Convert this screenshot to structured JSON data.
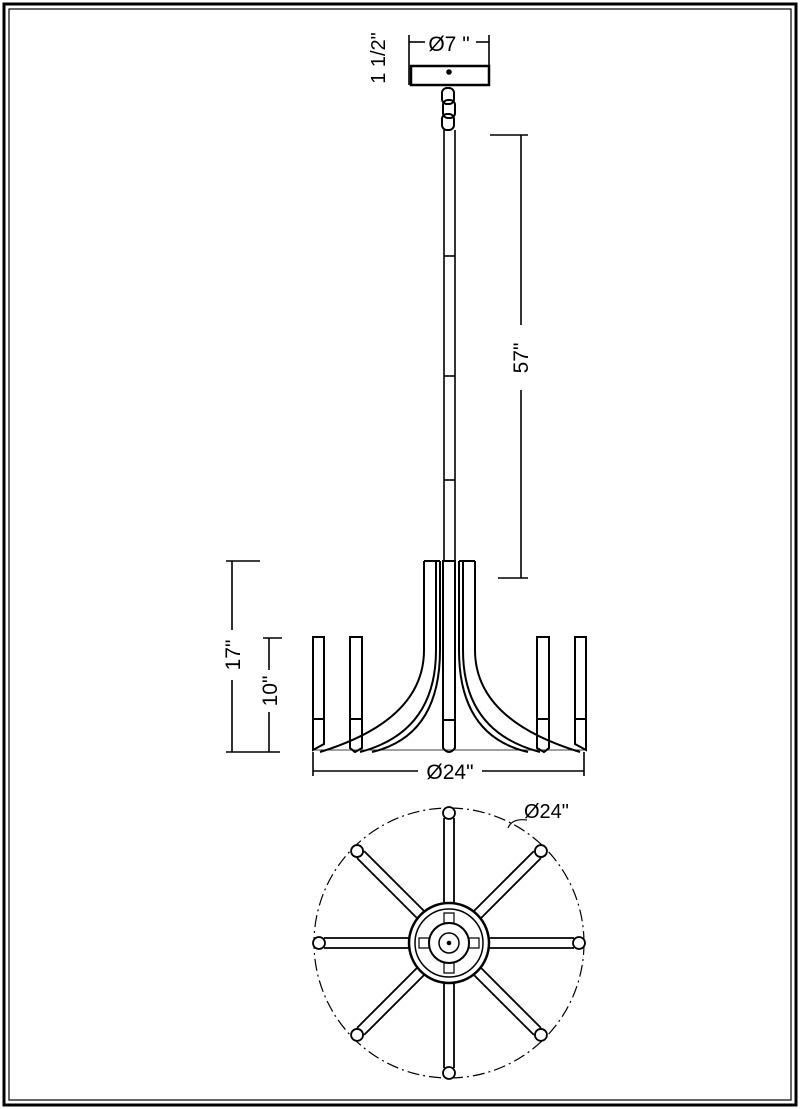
{
  "drawing": {
    "canopy_diameter": "Ø7 \"",
    "canopy_height": "1 1/2\"",
    "rod_length": "57\"",
    "overall_height": "17\"",
    "body_height": "10\"",
    "side_diameter": "Ø24\"",
    "top_diameter": "Ø24\""
  }
}
